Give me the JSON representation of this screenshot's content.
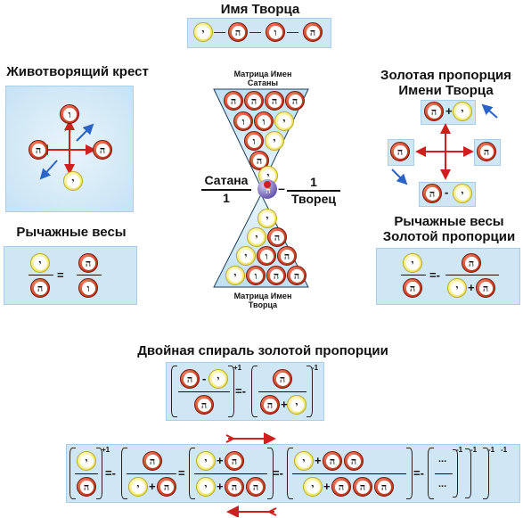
{
  "titles": {
    "name_creator": "Имя Творца",
    "life_cross": "Животворящий крест",
    "lever": "Рычажные весы",
    "golden_prop": "Золотая пропорция",
    "golden_prop_2": "Имени Творца",
    "lever_golden": "Рычажные весы",
    "lever_golden_2": "Золотой пропорции",
    "spiral": "Двойная спираль золотой пропорции"
  },
  "matrix": {
    "top_label_1": "Матрица Имен",
    "top_label_2": "Сатаны",
    "bottom_label_1": "Матрица Имен",
    "bottom_label_2": "Творца",
    "left_num": "Сатана",
    "left_den": "1",
    "right_num": "1",
    "right_den": "Творец",
    "minus": "–",
    "center_glyph": "ה"
  },
  "glyphs": {
    "he": "ה",
    "vav": "ו",
    "yud": "י"
  },
  "ops": {
    "dash": "—",
    "plus": "+",
    "minus": "-",
    "eq": "=",
    "eqminus": "=-",
    "ellipsis": "...",
    "p1": "+1",
    "m1": "-1"
  },
  "colors": {
    "red_ball": "#c73a1f",
    "yellow_ball": "#f3e86a",
    "panel": "#cfe6f5",
    "arrow_red": "#d11f1f",
    "arrow_blue": "#2a64c8"
  }
}
